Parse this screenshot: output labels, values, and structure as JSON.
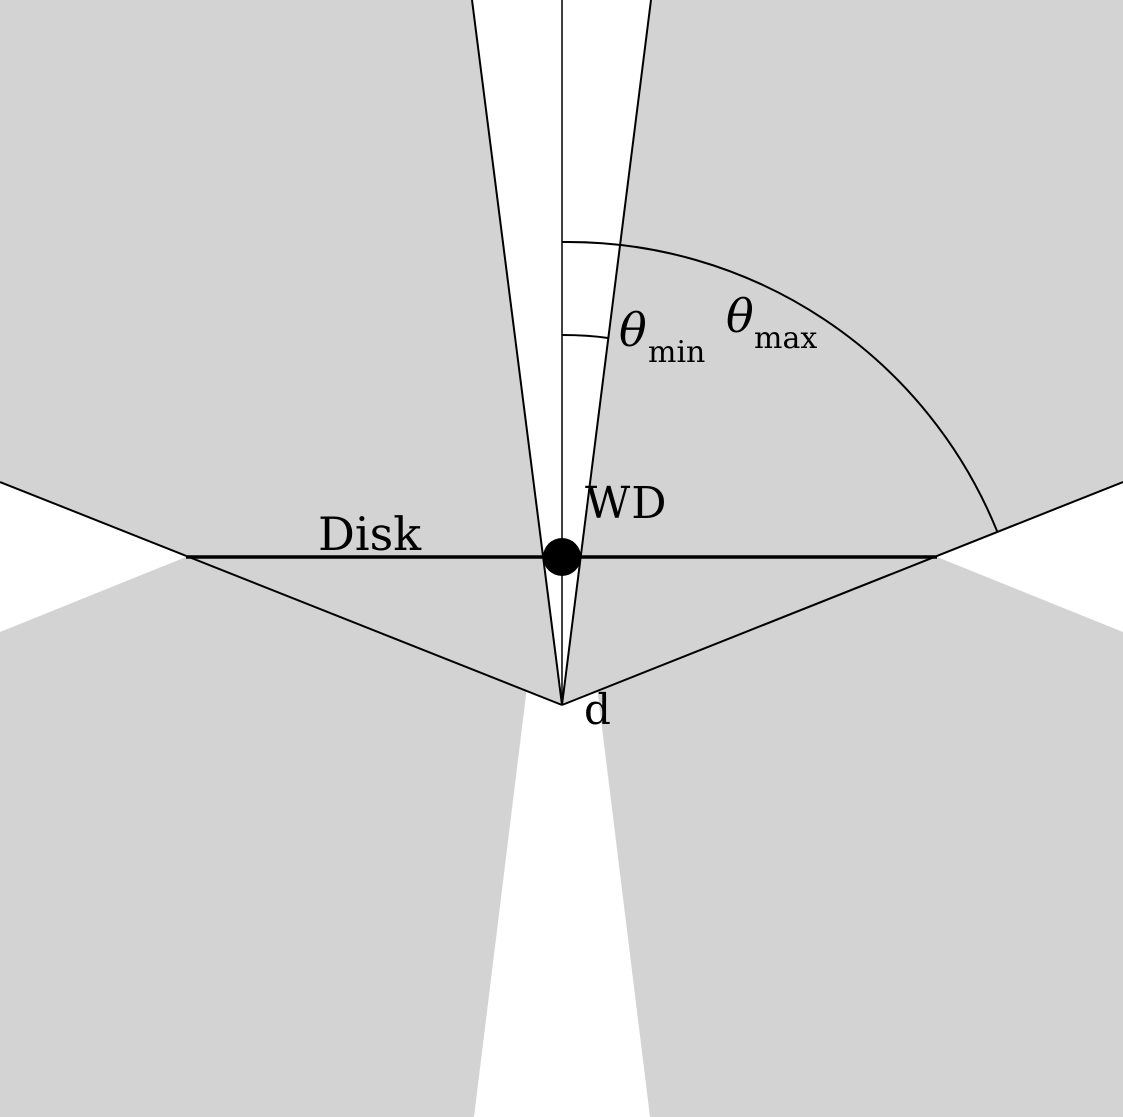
{
  "colors": {
    "background": "#ffffff",
    "cone_fill": "#d3d3d3",
    "line": "#000000",
    "white_dwarf": "#000000"
  },
  "labels": {
    "disk": "Disk",
    "wd": "WD",
    "d": "d",
    "theta_symbol": "θ",
    "theta_min_subscript": "min",
    "theta_max_subscript": "max"
  }
}
